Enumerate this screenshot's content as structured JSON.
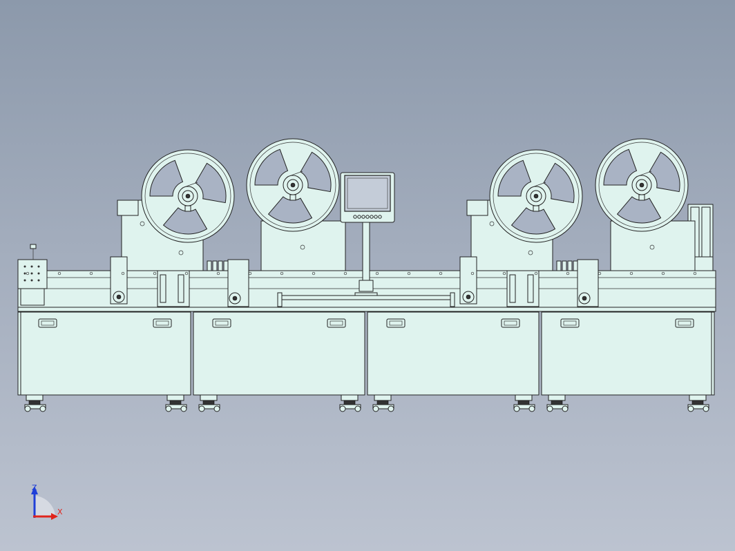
{
  "view": {
    "background_top": "#8c99ab",
    "background_bottom": "#bcc3d0",
    "part_fill": "#dff3ee",
    "edge_color": "#222222"
  },
  "machine": {
    "reel_count": 4,
    "cabinet_count": 4,
    "monitor_buttons": 7
  },
  "triad": {
    "z_label": "Z",
    "x_label": "X",
    "z_color": "#1f3fd8",
    "x_color": "#e0241c"
  }
}
